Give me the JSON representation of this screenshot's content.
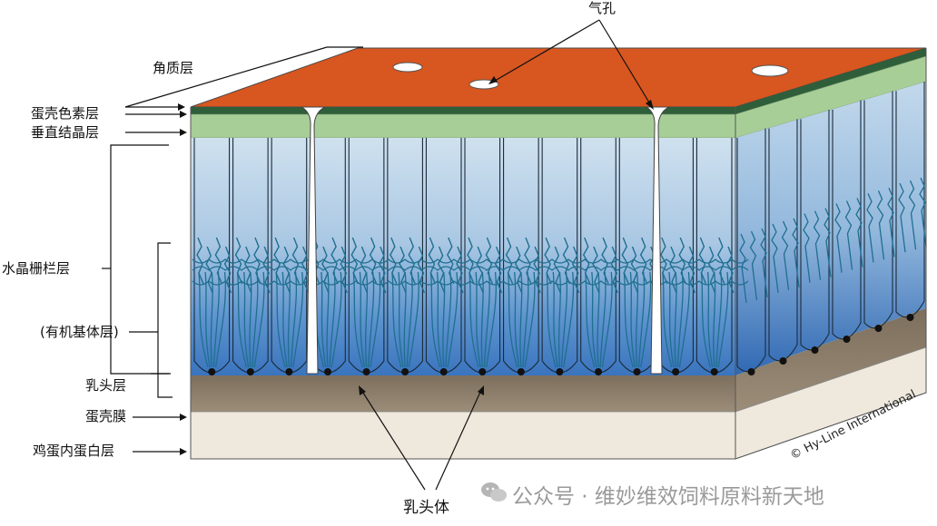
{
  "labels": {
    "cuticle": "角质层",
    "pigment_layer": "蛋壳色素层",
    "vertical_crystal_layer": "垂直结晶层",
    "palisade_layer": "水晶栅栏层",
    "organic_matrix_layer": "(有机基体层)",
    "mammillary_layer": "乳头层",
    "shell_membrane": "蛋壳膜",
    "albumen": "鸡蛋内蛋白层",
    "pores": "气孔",
    "mammillary_bodies": "乳头体"
  },
  "credit": "© Hy-Line International",
  "watermark": "公众号 · 维妙维效饲料原料新天地",
  "colors": {
    "cuticle_top": "#d9551e",
    "pigment_green": "#a9cf9a",
    "palisade_blue_light": "#c7dced",
    "palisade_blue_deep": "#4f86c6",
    "fiber_teal": "#1f6f8f",
    "mammillary_brown": "#8a7b66",
    "membrane_cream": "#efe9df"
  }
}
